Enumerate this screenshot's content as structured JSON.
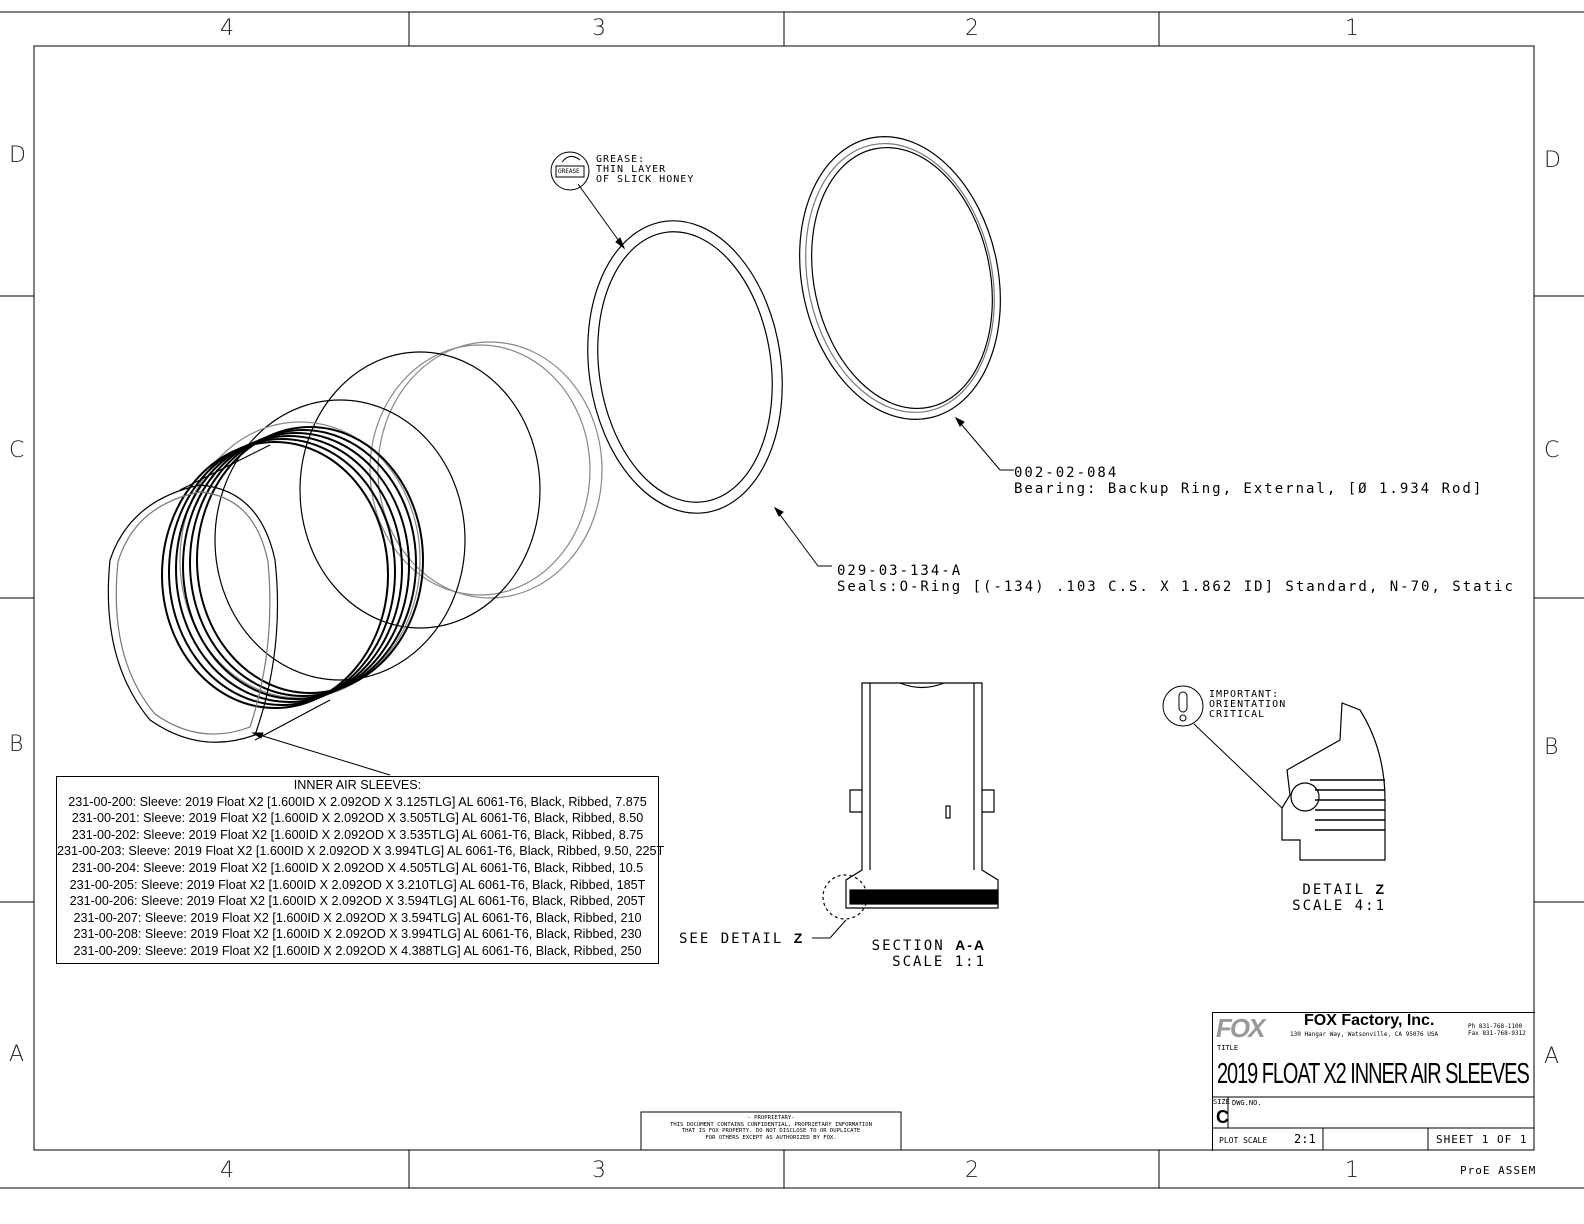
{
  "sheet": {
    "columns": [
      "4",
      "3",
      "2",
      "1"
    ],
    "rows": [
      "D",
      "C",
      "B",
      "A"
    ]
  },
  "notes": {
    "grease": {
      "icon_label": "GREASE",
      "lines": [
        "GREASE:",
        "THIN LAYER",
        "OF SLICK HONEY"
      ]
    },
    "important": {
      "lines": [
        "IMPORTANT:",
        "ORIENTATION",
        "CRITICAL"
      ]
    }
  },
  "callouts": {
    "backup_ring": {
      "part": "002-02-084",
      "desc": "Bearing: Backup Ring, External, [Ø 1.934 Rod]"
    },
    "oring": {
      "part": "029-03-134-A",
      "desc": "Seals:O-Ring [(-134) .103 C.S. X 1.862 ID] Standard, N-70, Static"
    },
    "see_detail": {
      "label": "SEE DETAIL",
      "ref": "Z"
    }
  },
  "views": {
    "section": {
      "label": "SECTION",
      "ref": "A-A",
      "scale": "SCALE  1:1"
    },
    "detail": {
      "label": "DETAIL",
      "ref": "Z",
      "scale": "SCALE  4:1"
    }
  },
  "table": {
    "heading": "INNER AIR SLEEVES:",
    "rows": [
      "231-00-200: Sleeve: 2019 Float X2 [1.600ID X 2.092OD X 3.125TLG] AL 6061-T6, Black, Ribbed, 7.875",
      "231-00-201: Sleeve: 2019 Float X2 [1.600ID X 2.092OD X 3.505TLG] AL 6061-T6, Black, Ribbed, 8.50",
      "231-00-202: Sleeve: 2019 Float X2 [1.600ID X 2.092OD X 3.535TLG] AL 6061-T6, Black, Ribbed, 8.75",
      "231-00-203: Sleeve: 2019 Float X2 [1.600ID X 2.092OD X 3.994TLG] AL 6061-T6, Black, Ribbed, 9.50, 225T",
      "231-00-204: Sleeve: 2019 Float X2 [1.600ID X 2.092OD X 4.505TLG] AL 6061-T6, Black, Ribbed, 10.5",
      "231-00-205: Sleeve: 2019 Float X2 [1.600ID X 2.092OD X 3.210TLG] AL 6061-T6, Black, Ribbed, 185T",
      "231-00-206: Sleeve: 2019 Float X2 [1.600ID X 2.092OD X 3.594TLG] AL 6061-T6, Black, Ribbed, 205T",
      "231-00-207: Sleeve: 2019 Float X2 [1.600ID X 2.092OD X 3.594TLG] AL 6061-T6, Black, Ribbed, 210",
      "231-00-208: Sleeve: 2019 Float X2 [1.600ID X 2.092OD X 3.994TLG] AL 6061-T6, Black, Ribbed, 230",
      "231-00-209: Sleeve: 2019 Float X2 [1.600ID X 2.092OD X 4.388TLG] AL 6061-T6, Black, Ribbed, 250"
    ]
  },
  "proprietary": {
    "lines": [
      "- PROPRIETARY-",
      "THIS DOCUMENT CONTAINS CONFIDENTIAL, PROPRIETARY INFORMATION",
      "THAT IS FOX PROPERTY.  DO NOT DISCLOSE TO OR DUPLICATE",
      "FOR OTHERS EXCEPT AS AUTHORIZED BY FOX."
    ]
  },
  "title_block": {
    "logo": "FOX",
    "company": "FOX Factory, Inc.",
    "address": "130 Hangar Way, Watsonville, CA 95076 USA",
    "phone": "Ph 831-768-1100",
    "fax": "Fax 831-768-9312",
    "title_label": "TITLE",
    "title": "2019 FLOAT X2 INNER AIR SLEEVES",
    "size_label": "SIZE",
    "size": "C",
    "dwg_no_label": "DWG.NO.",
    "plot_scale_label": "PLOT SCALE",
    "plot_scale": "2:1",
    "sheet": "SHEET 1 OF 1",
    "footer": "ProE ASSEM"
  }
}
